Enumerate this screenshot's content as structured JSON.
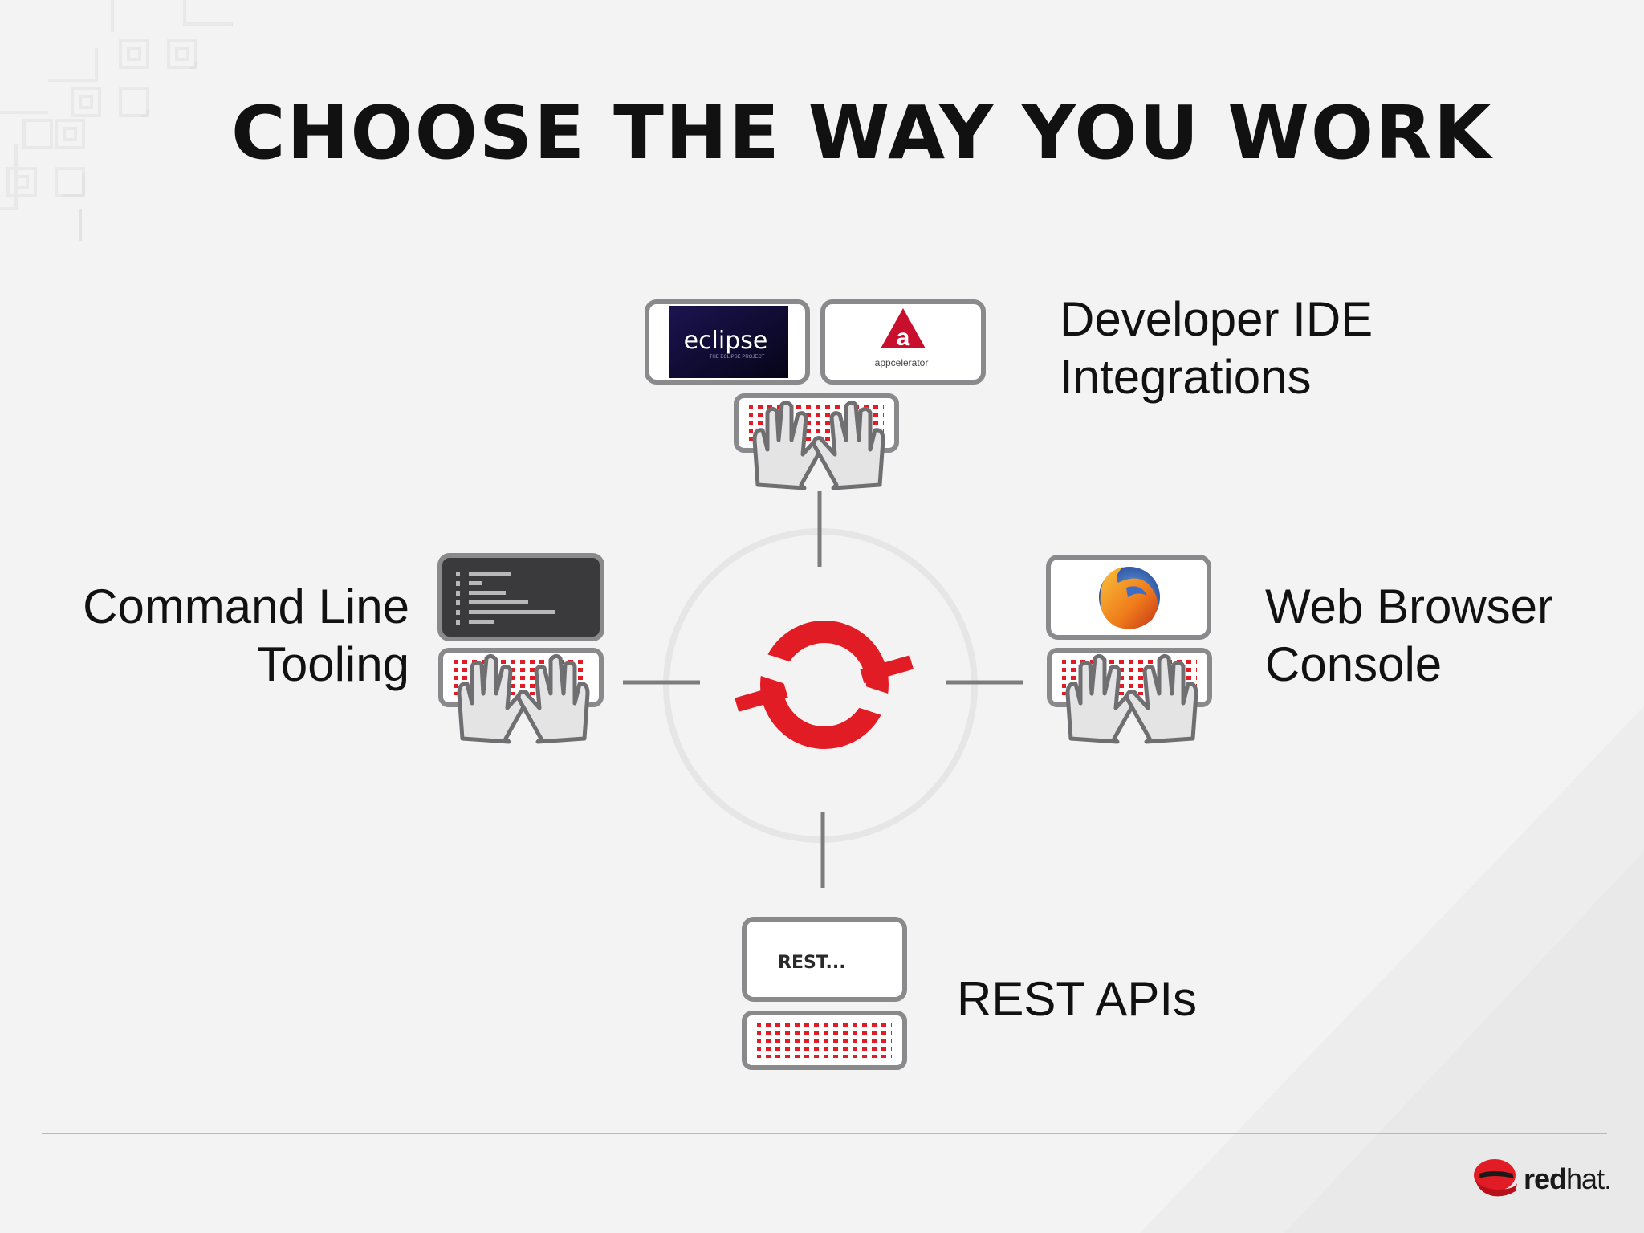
{
  "title": "CHOOSE THE WAY YOU WORK",
  "nodes": {
    "ide": {
      "line1": "Developer IDE",
      "line2": "Integrations",
      "tool1": "eclipse",
      "tool1_sub": "THE ECLIPSE PROJECT",
      "tool2": "appcelerator"
    },
    "cli": {
      "line1": "Command Line",
      "line2": "Tooling"
    },
    "web": {
      "line1": "Web Browser",
      "line2": "Console"
    },
    "rest": {
      "label": "REST APIs",
      "screen": "REST..."
    }
  },
  "brand": {
    "bold": "red",
    "light": "hat."
  },
  "colors": {
    "accent": "#e11c24",
    "dark": "#3a3a3c",
    "frame": "#8a8a8c",
    "text": "#111111"
  },
  "icons": [
    "openshift-logo-icon",
    "eclipse-logo-icon",
    "appcelerator-logo-icon",
    "firefox-icon",
    "terminal-icon",
    "keyboard-icon",
    "hands-icon",
    "redhat-hat-icon"
  ]
}
